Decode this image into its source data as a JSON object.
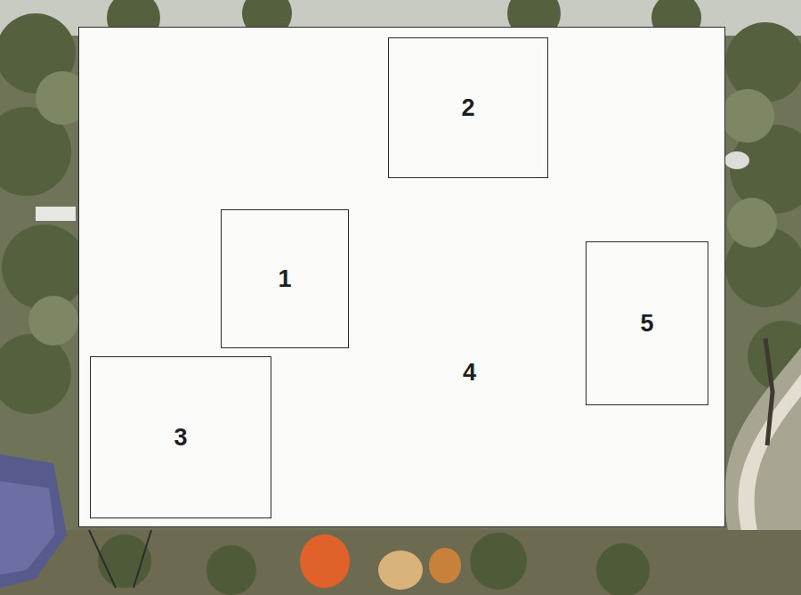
{
  "diagram": {
    "nodes": [
      {
        "text": [
          "4"
        ]
      },
      {
        "text": [
          "2"
        ],
        "in": 0
      },
      {
        "text": [
          "1"
        ],
        "in": 0
      },
      {
        "text": [
          "5"
        ],
        "in": 0
      },
      {
        "text": [
          "3"
        ],
        "in": 0
      }
    ]
  }
}
